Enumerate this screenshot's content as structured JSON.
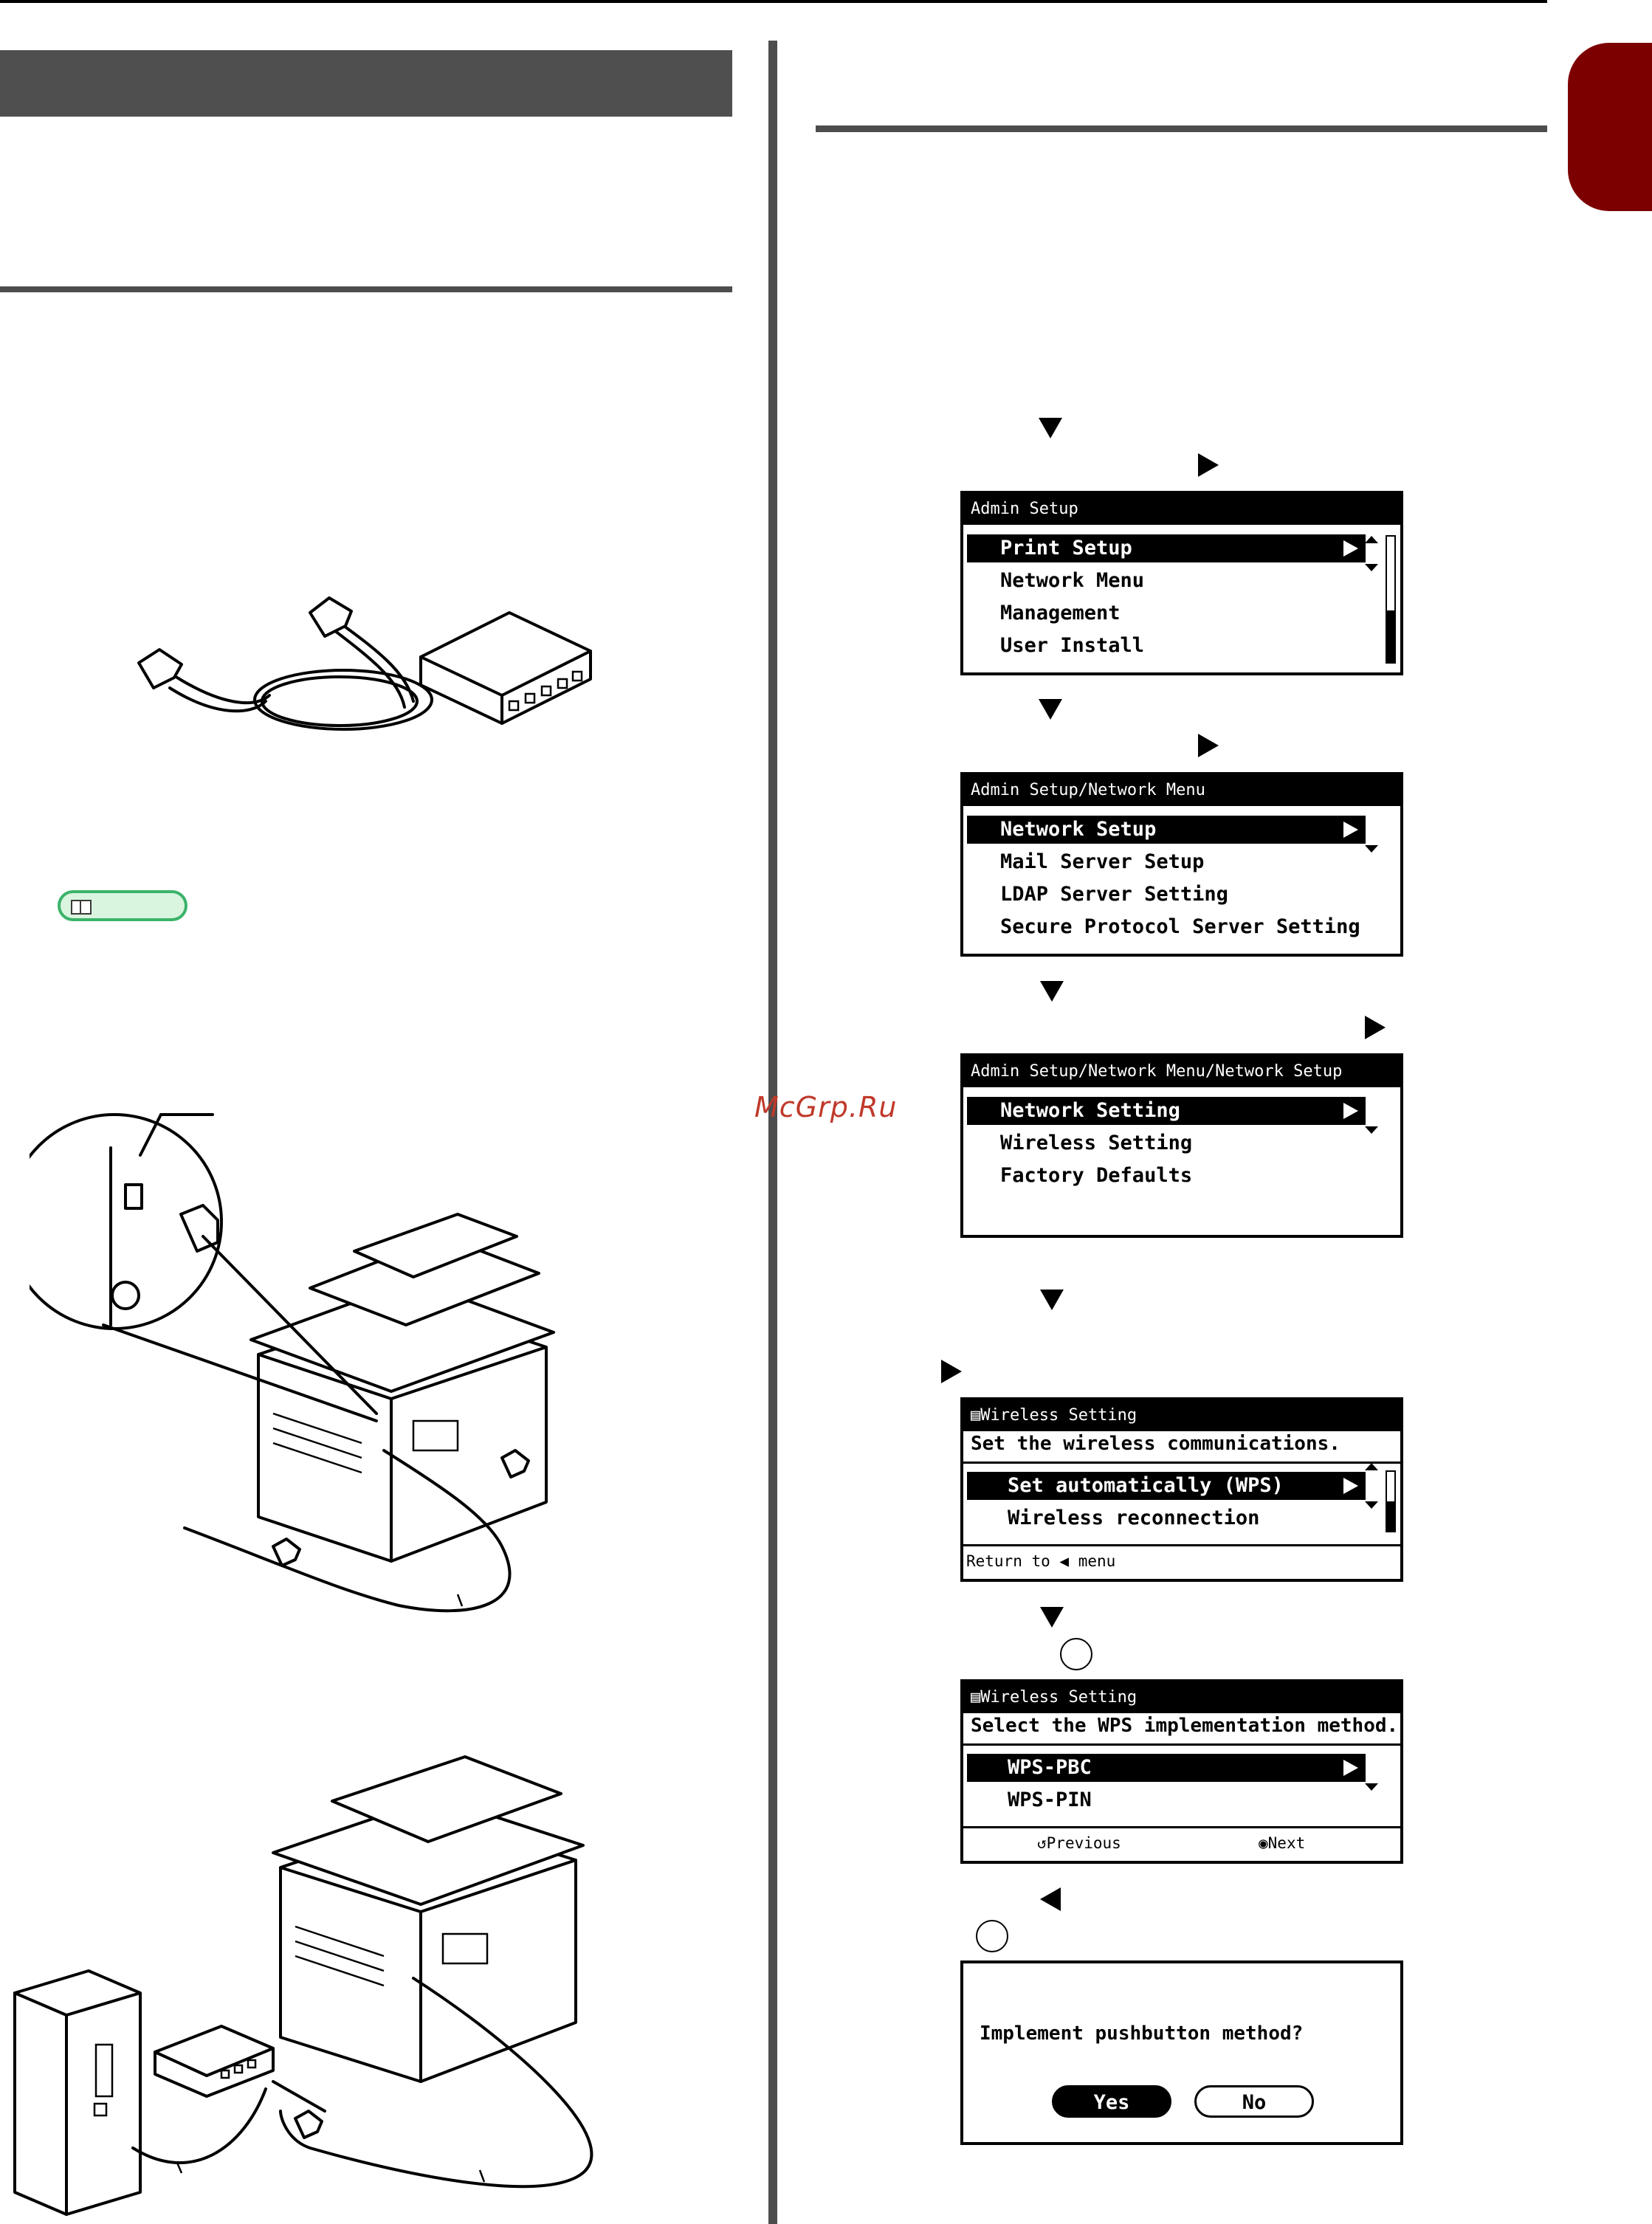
{
  "watermark": "McGrp.Ru",
  "screens": [
    {
      "header": "Admin Setup",
      "items": [
        "Print Setup",
        "Network Menu",
        "Management",
        "User Install"
      ]
    },
    {
      "header": "Admin Setup/Network Menu",
      "items": [
        "Network Setup",
        "Mail Server Setup",
        "LDAP Server Setting",
        "Secure Protocol Server Setting"
      ]
    },
    {
      "header": "Admin Setup/Network Menu/Network Setup",
      "items": [
        "Network Setting",
        "Wireless Setting",
        "Factory Defaults"
      ]
    },
    {
      "header": "Wireless Setting",
      "message": "Set the wireless communications.",
      "items": [
        "Set automatically (WPS)",
        "Wireless reconnection"
      ],
      "footer": "Return to ◀ menu"
    },
    {
      "header": "Wireless Setting",
      "message": "Select the WPS implementation method.",
      "items": [
        "WPS-PBC",
        "WPS-PIN"
      ],
      "footer_left": "Previous",
      "footer_right": "Next"
    },
    {
      "message": "Implement pushbutton method?",
      "buttons": [
        "Yes",
        "No"
      ]
    }
  ],
  "icons": {
    "ref_button": "book-icon",
    "nav": [
      "down-arrow-icon",
      "right-arrow-icon",
      "left-arrow-icon",
      "ok-circle-icon"
    ]
  },
  "colors": {
    "section_bar": "#4f4f4f",
    "chapter_tab": "#7d0000",
    "ref_button_border": "#3bb36a",
    "ref_button_fill": "#d9f4df",
    "watermark": "#c0392b"
  }
}
